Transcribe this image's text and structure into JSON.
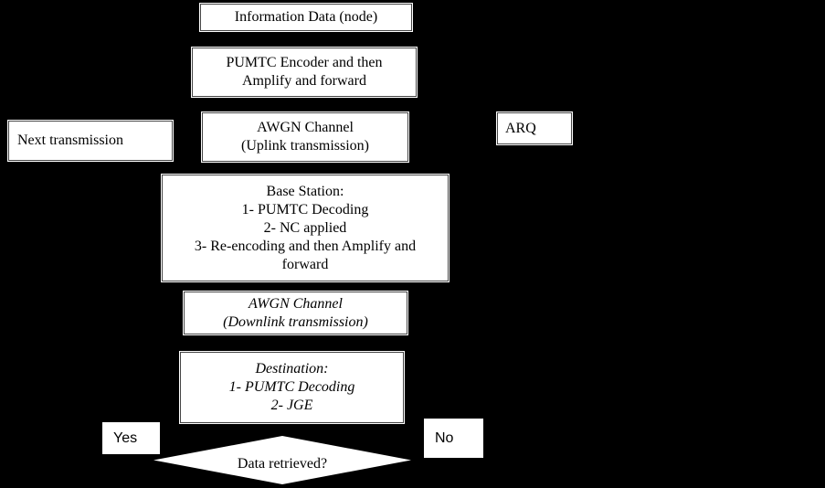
{
  "canvas": {
    "background_color": "#000000",
    "node_fill_color": "#ffffff",
    "text_color": "#000000"
  },
  "flowchart": {
    "nodes": {
      "information": {
        "lines": [
          "Information Data (node)"
        ]
      },
      "encoder": {
        "lines": [
          "PUMTC Encoder and then",
          "Amplify and forward"
        ]
      },
      "next_transmission": {
        "lines": [
          "Next transmission"
        ]
      },
      "awgn_uplink": {
        "lines": [
          "AWGN Channel",
          "(Uplink transmission)"
        ]
      },
      "arq": {
        "lines": [
          "ARQ"
        ]
      },
      "base_station": {
        "lines": [
          "Base Station:",
          "1- PUMTC Decoding",
          "2- NC applied",
          "3- Re-encoding and then Amplify and",
          "forward"
        ]
      },
      "awgn_downlink": {
        "lines": [
          "AWGN Channel",
          "(Downlink transmission)"
        ]
      },
      "destination": {
        "lines": [
          "Destination:",
          "1- PUMTC Decoding",
          "2- JGE"
        ]
      },
      "yes_label": {
        "lines": [
          "Yes"
        ]
      },
      "no_label": {
        "lines": [
          "No"
        ]
      },
      "decision": {
        "lines": [
          "Data retrieved?"
        ]
      }
    }
  }
}
